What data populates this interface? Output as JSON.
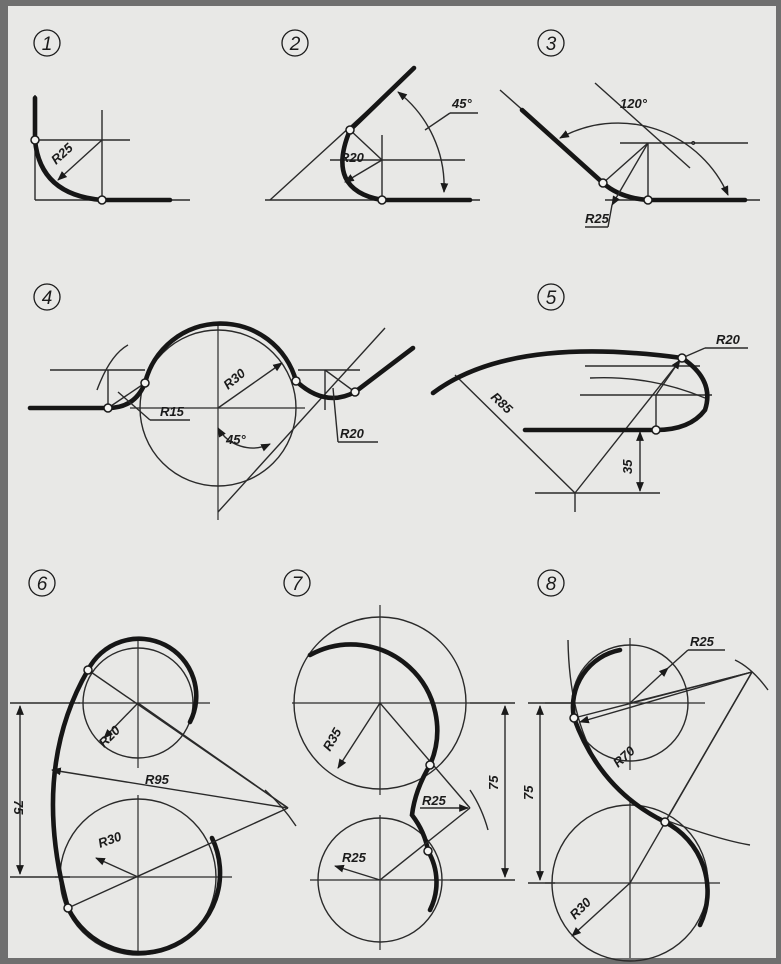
{
  "figures": [
    {
      "number": "1",
      "labels": [
        "R25"
      ]
    },
    {
      "number": "2",
      "labels": [
        "R20",
        "45°"
      ]
    },
    {
      "number": "3",
      "labels": [
        "120°",
        "R25"
      ]
    },
    {
      "number": "4",
      "labels": [
        "R30",
        "R15",
        "45°",
        "R20"
      ]
    },
    {
      "number": "5",
      "labels": [
        "R20",
        "R85",
        "35"
      ]
    },
    {
      "number": "6",
      "labels": [
        "R20",
        "R95",
        "75",
        "R30"
      ]
    },
    {
      "number": "7",
      "labels": [
        "R35",
        "R25",
        "75",
        "R25"
      ]
    },
    {
      "number": "8",
      "labels": [
        "R25",
        "R70",
        "75",
        "R30"
      ]
    }
  ],
  "colors": {
    "paper": "#e8e8e6",
    "ink": "#161616",
    "background": "#6f6f6f"
  }
}
